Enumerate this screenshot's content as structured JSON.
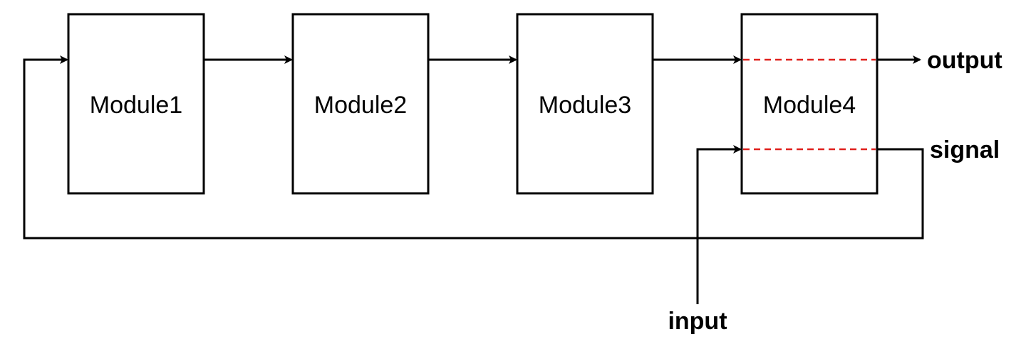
{
  "modules": [
    {
      "label": "Module1"
    },
    {
      "label": "Module2"
    },
    {
      "label": "Module3"
    },
    {
      "label": "Module4"
    }
  ],
  "labels": {
    "output": "output",
    "signal": "signal",
    "input": "input"
  },
  "colors": {
    "stroke": "#000000",
    "internal_dashed": "#e0201c",
    "background": "#ffffff"
  }
}
